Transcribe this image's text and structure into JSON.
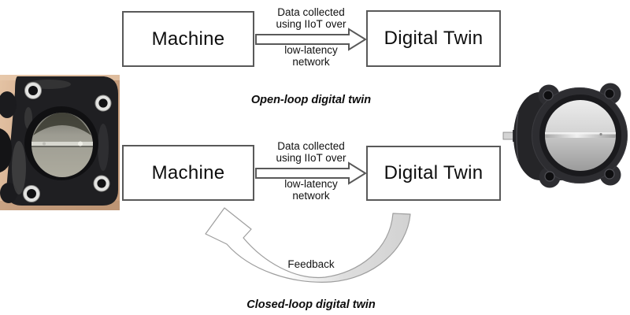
{
  "open_loop": {
    "machine": "Machine",
    "digital_twin": "Digital Twin",
    "arrow_top_line1": "Data collected",
    "arrow_top_line2": "using IIoT over",
    "arrow_bottom_line1": "low-latency",
    "arrow_bottom_line2": "network",
    "caption": "Open-loop digital twin"
  },
  "closed_loop": {
    "machine": "Machine",
    "digital_twin": "Digital Twin",
    "arrow_top_line1": "Data collected",
    "arrow_top_line2": "using IIoT over",
    "arrow_bottom_line1": "low-latency",
    "arrow_bottom_line2": "network",
    "feedback": "Feedback",
    "caption": "Closed-loop digital twin"
  },
  "images": {
    "left_photo": "physical-throttle-valve-photo",
    "right_render": "digital-twin-3d-model-render"
  },
  "colors": {
    "box_border": "#595959",
    "arrow_outline": "#595959",
    "text": "#0d0d0d",
    "feedback_fill": "#d6d6d6",
    "feedback_stroke": "#9e9e9e"
  }
}
